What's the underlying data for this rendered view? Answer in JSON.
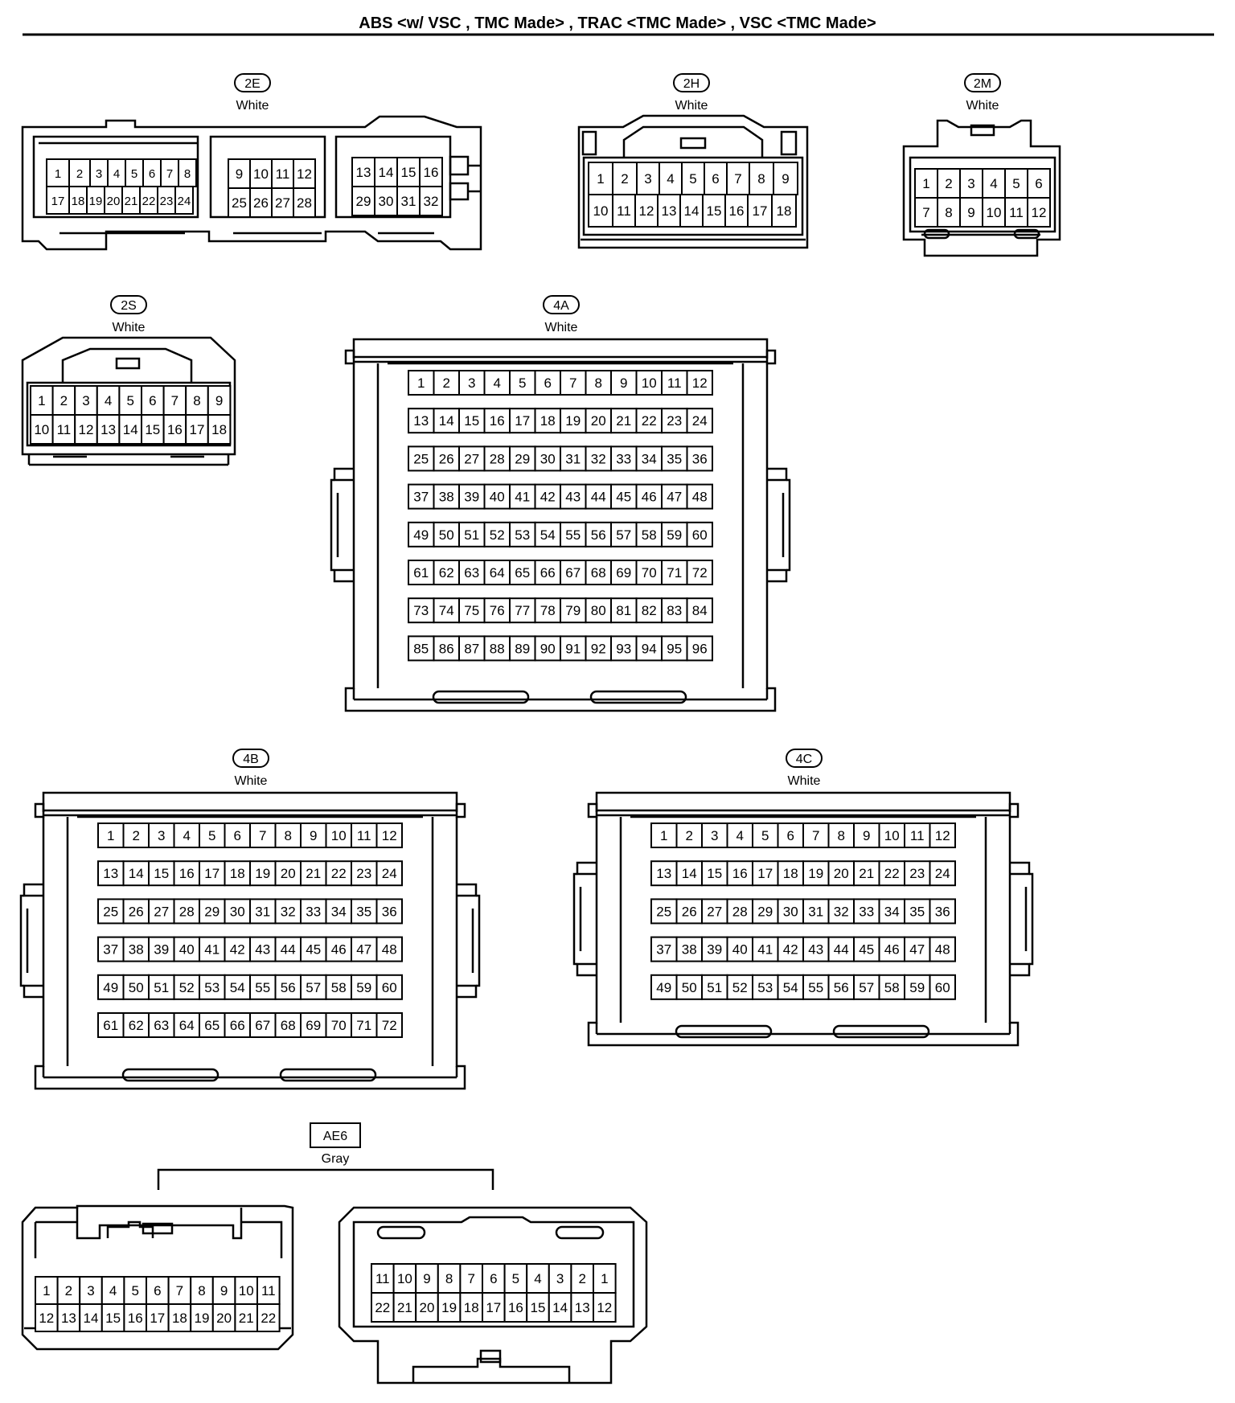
{
  "title": "ABS <w/ VSC , TMC Made> , TRAC <TMC Made> , VSC <TMC Made>",
  "connectors": {
    "c2E": {
      "id": "2E",
      "color": "White"
    },
    "c2H": {
      "id": "2H",
      "color": "White"
    },
    "c2M": {
      "id": "2M",
      "color": "White"
    },
    "c2S": {
      "id": "2S",
      "color": "White"
    },
    "c4A": {
      "id": "4A",
      "color": "White"
    },
    "c4B": {
      "id": "4B",
      "color": "White"
    },
    "c4C": {
      "id": "4C",
      "color": "White"
    },
    "cAE6": {
      "id": "AE6",
      "color": "Gray"
    }
  },
  "pins": {
    "p2E_a": [
      "1",
      "2",
      "3",
      "4",
      "5",
      "6",
      "7",
      "8",
      "17",
      "18",
      "19",
      "20",
      "21",
      "22",
      "23",
      "24"
    ],
    "p2E_b": [
      "9",
      "10",
      "11",
      "12",
      "25",
      "26",
      "27",
      "28"
    ],
    "p2E_c": [
      "13",
      "14",
      "15",
      "16",
      "29",
      "30",
      "31",
      "32"
    ],
    "p2H": [
      "1",
      "2",
      "3",
      "4",
      "5",
      "6",
      "7",
      "8",
      "9",
      "10",
      "11",
      "12",
      "13",
      "14",
      "15",
      "16",
      "17",
      "18"
    ],
    "p2M": [
      "1",
      "2",
      "3",
      "4",
      "5",
      "6",
      "7",
      "8",
      "9",
      "10",
      "11",
      "12"
    ],
    "p2S": [
      "1",
      "2",
      "3",
      "4",
      "5",
      "6",
      "7",
      "8",
      "9",
      "10",
      "11",
      "12",
      "13",
      "14",
      "15",
      "16",
      "17",
      "18"
    ],
    "pAE6L": [
      "1",
      "2",
      "3",
      "4",
      "5",
      "6",
      "7",
      "8",
      "9",
      "10",
      "11",
      "12",
      "13",
      "14",
      "15",
      "16",
      "17",
      "18",
      "19",
      "20",
      "21",
      "22"
    ],
    "pAE6R": [
      "11",
      "10",
      "9",
      "8",
      "7",
      "6",
      "5",
      "4",
      "3",
      "2",
      "1",
      "22",
      "21",
      "20",
      "19",
      "18",
      "17",
      "16",
      "15",
      "14",
      "13",
      "12"
    ]
  }
}
